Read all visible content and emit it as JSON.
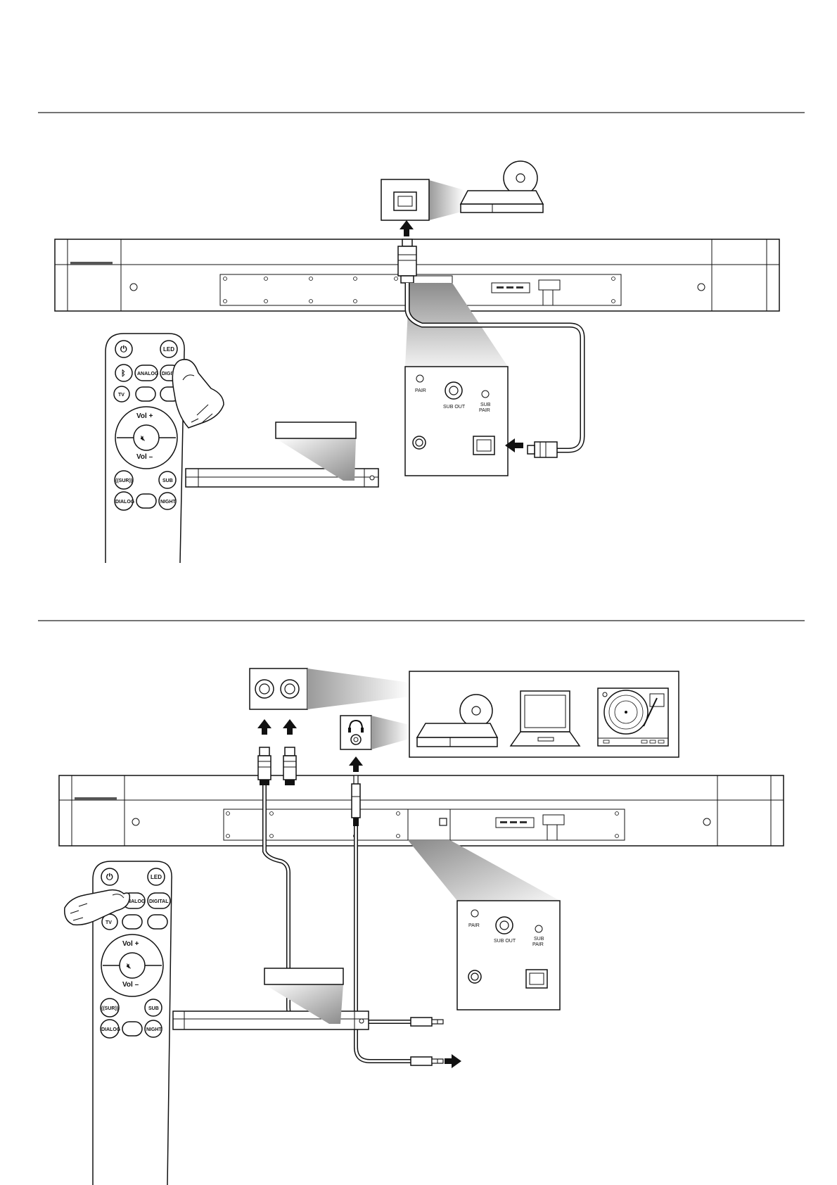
{
  "remote": {
    "power_icon": "power-icon",
    "led": "LED",
    "bluetooth_icon": "bluetooth-icon",
    "analog": "ANALOG",
    "digital": "DIGITAL",
    "tv": "TV",
    "vol_plus": "Vol +",
    "vol_minus": "Vol –",
    "mute_icon": "mute-icon",
    "surround": "((SUR))",
    "sub": "SUB",
    "dialog": "DIALOG",
    "night": "NIGHT"
  },
  "panel": {
    "pair": "PAIR",
    "sub_out": "SUB OUT",
    "sub_pair_1": "SUB",
    "sub_pair_2": "PAIR"
  },
  "colors": {
    "line": "#111111",
    "cone": "#bdbdbd"
  }
}
